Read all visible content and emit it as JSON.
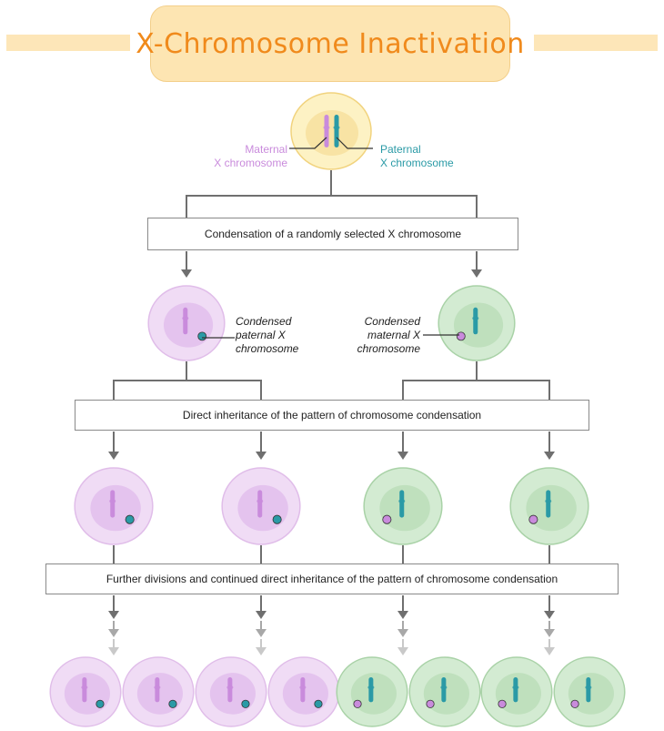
{
  "title": "X-Chromosome Inactivation",
  "labels": {
    "maternal_x": [
      "Maternal",
      "X chromosome"
    ],
    "paternal_x": [
      "Paternal",
      "X chromosome"
    ],
    "condensed_paternal": [
      "Condensed",
      "paternal X",
      "chromosome"
    ],
    "condensed_maternal": [
      "Condensed",
      "maternal X",
      "chromosome"
    ]
  },
  "steps": {
    "step1": "Condensation of a randomly selected X chromosome",
    "step2": "Direct inheritance of the pattern of chromosome condensation",
    "step3": "Further divisions and continued direct inheritance of the pattern of chromosome condensation"
  },
  "colors": {
    "maternal": "#c98bdc",
    "paternal": "#2a9aa6",
    "title_text": "#f08a1c",
    "title_bg": "#fde5b2",
    "zygote": "#fdf2c4",
    "purple_cell": "#f0dcf5",
    "green_cell": "#d3ebd2",
    "arrow": "#6f6f6f"
  }
}
